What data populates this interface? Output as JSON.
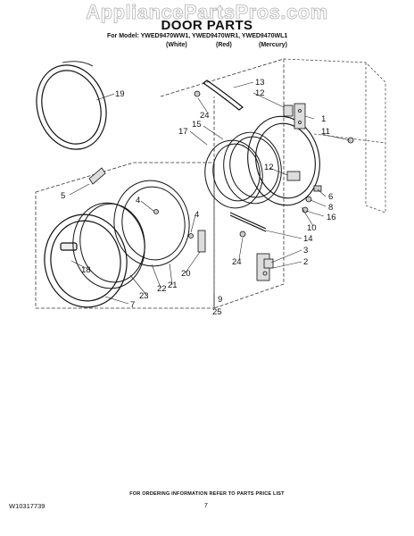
{
  "watermark": "AppliancePartsPros.com",
  "title": "DOOR PARTS",
  "model_line": "For Model: YWED9470WW1, YWED9470WR1, YWED9470WL1",
  "colors": [
    "(White)",
    "(Red)",
    "(Mercury)"
  ],
  "callouts": [
    "19",
    "13",
    "12",
    "24",
    "1",
    "15",
    "17",
    "11",
    "12",
    "5",
    "6",
    "8",
    "16",
    "10",
    "4",
    "4",
    "14",
    "3",
    "2",
    "18",
    "24",
    "20",
    "21",
    "22",
    "23",
    "7",
    "9",
    "25"
  ],
  "footer": "FOR ORDERING INFORMATION REFER TO PARTS PRICE LIST",
  "doc_number": "W10317739",
  "page_number": "7"
}
